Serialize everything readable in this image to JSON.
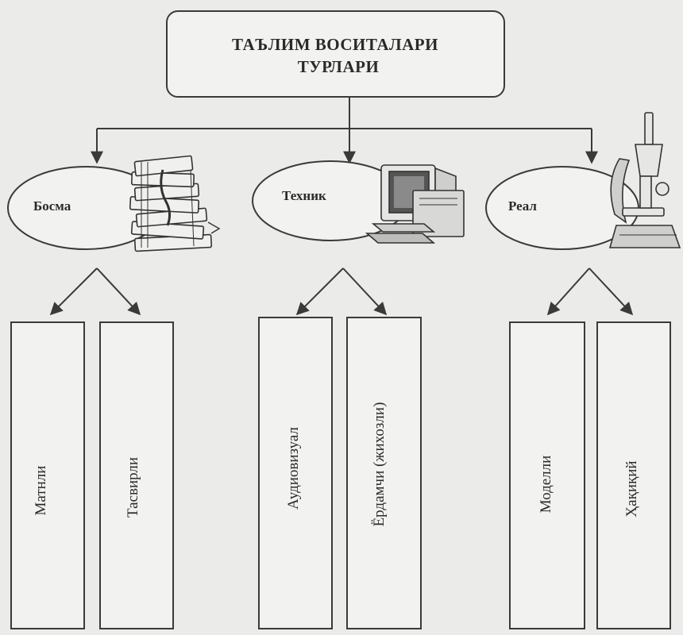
{
  "diagram": {
    "title": [
      "ТАЪЛИМ ВОСИТАЛАРИ",
      "ТУРЛАРИ"
    ],
    "categories": [
      {
        "label": "Босма",
        "icon": "books-icon",
        "children": [
          "Матнли",
          "Тасвирли"
        ]
      },
      {
        "label": "Техник",
        "icon": "computer-icon",
        "children": [
          "Аудиовизуал",
          "Ёрдамчи (жихозли)"
        ]
      },
      {
        "label": "Реал",
        "icon": "microscope-icon",
        "children": [
          "Моделли",
          "Ҳақиқий"
        ]
      }
    ],
    "colors": {
      "background": "#ebebea",
      "line": "#3a3a3a",
      "text": "#2a2a2a"
    }
  }
}
